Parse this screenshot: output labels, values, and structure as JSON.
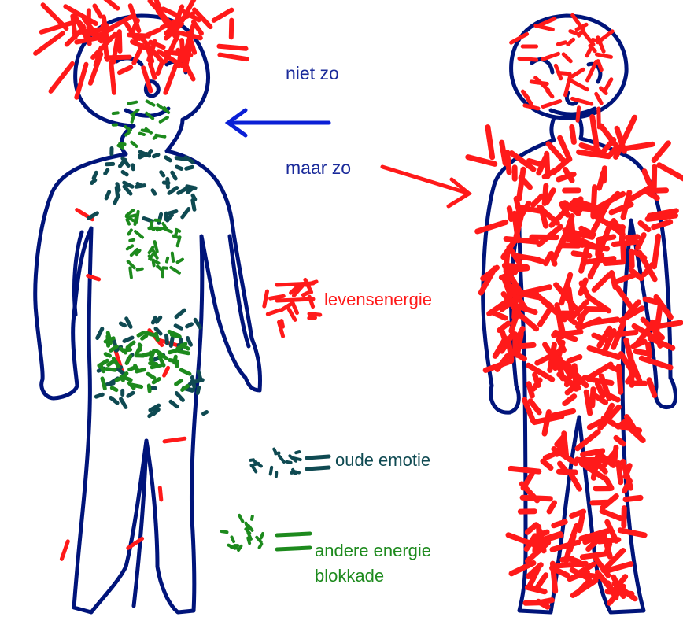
{
  "labels": {
    "niet_zo": "niet zo",
    "maar_zo": "maar zo",
    "levensenergie": "levensenergie",
    "oude_emotie": "oude emotie",
    "andere_energie_line1": "andere energie",
    "andere_energie_line2": "blokkade"
  },
  "colors": {
    "outline": "#00147a",
    "arrow_blue": "#0a1fd6",
    "life_energy": "#ff1a1a",
    "old_emotion": "#0f4a52",
    "blockade": "#1d8a1d",
    "label_blue": "#1a2a9a",
    "label_red": "#ff1a1a",
    "label_teal": "#0f4a52",
    "label_green": "#1d8a1d"
  }
}
